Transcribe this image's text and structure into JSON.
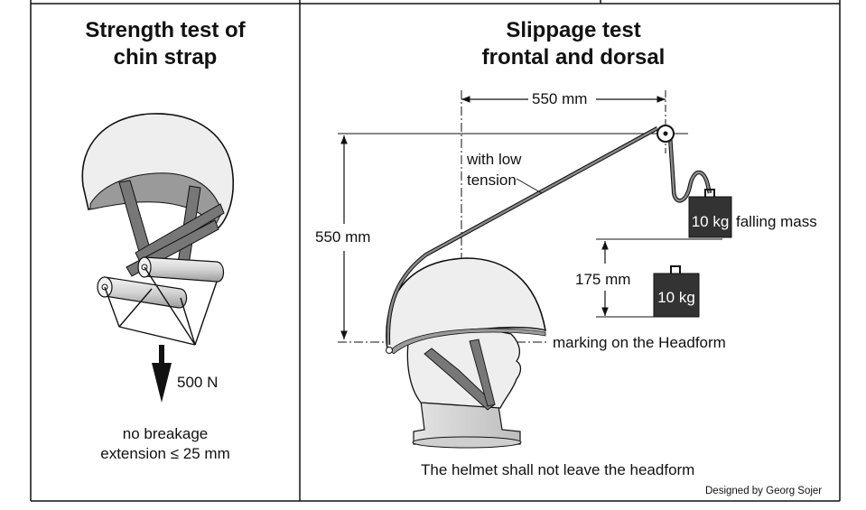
{
  "left_panel": {
    "title_line1": "Strength test of",
    "title_line2": "chin strap",
    "force_label": "500 N",
    "result_line1": "no breakage",
    "result_line2": "extension ≤ 25 mm"
  },
  "right_panel": {
    "title_line1": "Slippage test",
    "title_line2": "frontal and dorsal",
    "horizontal_dim": "550 mm",
    "vertical_dim": "550 mm",
    "drop_dim": "175 mm",
    "tension_line1": "with low",
    "tension_line2": "tension",
    "mass_upper": "10 kg",
    "mass_upper_note": "falling mass",
    "mass_lower": "10 kg",
    "marking_label": "marking on the Headform",
    "requirement": "The helmet shall not leave the headform",
    "credit": "Designed by Georg Sojer"
  },
  "colors": {
    "ink": "#111111",
    "helmet_fill": "#eeeeee",
    "helmet_inner": "#9a9a9a",
    "strap": "#777777",
    "mass_fill": "#333333"
  },
  "icons": {
    "force": "arrow-down-icon",
    "pulley": "pulley-icon"
  }
}
